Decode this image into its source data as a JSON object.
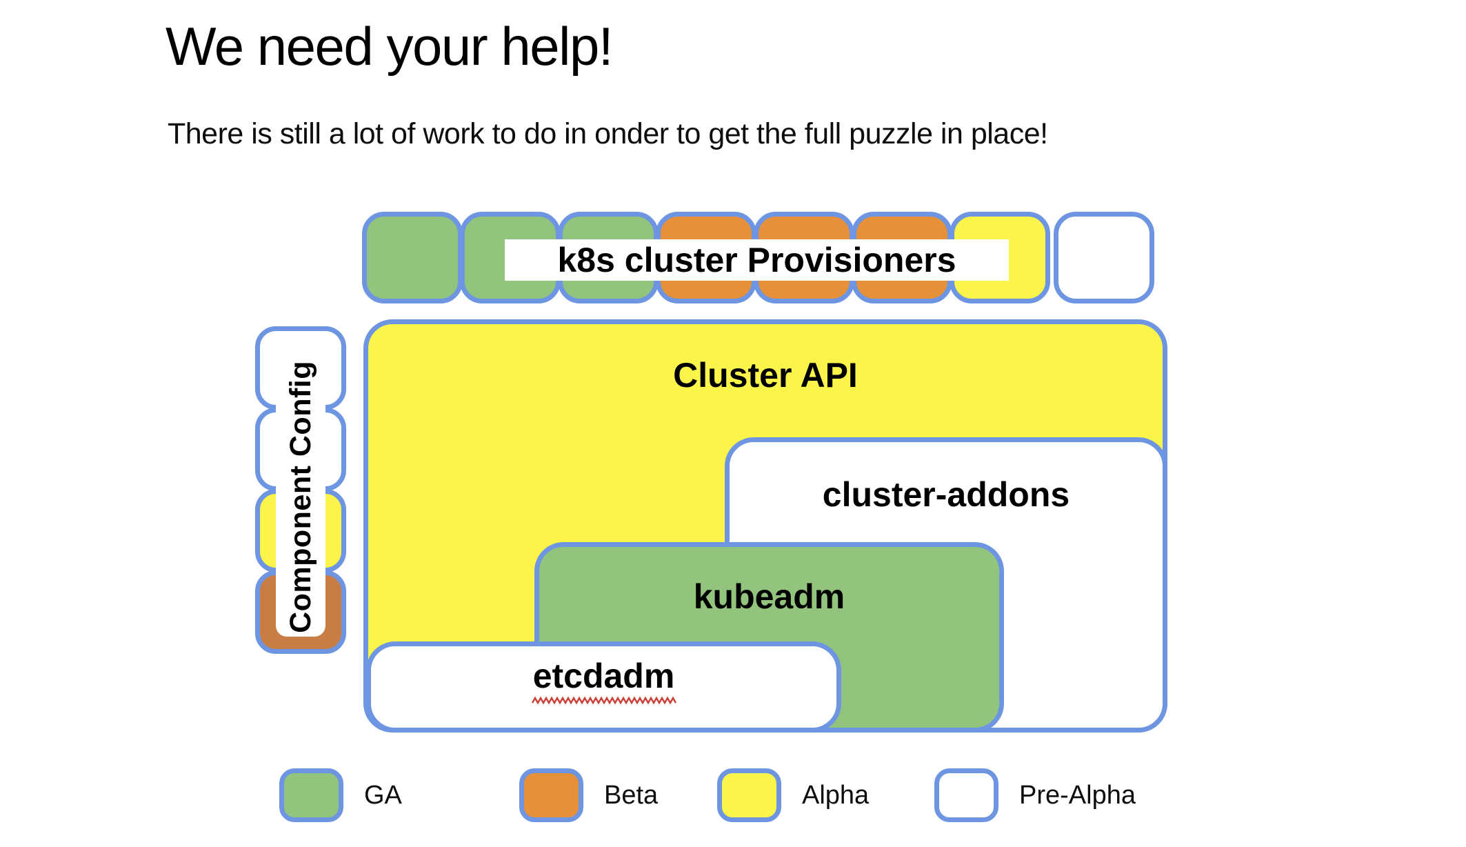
{
  "slide": {
    "title": "We need your help!",
    "subtitle": "There is still a lot of work to do in onder to get the full puzzle in place!"
  },
  "status_colors": {
    "ga": "#93C47D",
    "beta": "#E6913A",
    "beta_dark": "#C87D45",
    "alpha": "#FBF44A",
    "pre_alpha": "#FFFFFF"
  },
  "colors": {
    "border_blue": "#6D95E1",
    "squiggle_red": "#C9433C",
    "background": "#FFFFFF",
    "text": "#000000"
  },
  "diagram": {
    "provisioners_row": {
      "label": "k8s cluster Provisioners",
      "squares": [
        "ga",
        "ga",
        "ga",
        "beta",
        "beta",
        "beta",
        "alpha",
        "pre_alpha"
      ]
    },
    "component_config": {
      "label": "Component Config",
      "squares": [
        "pre_alpha",
        "pre_alpha",
        "alpha",
        "beta_dark"
      ]
    },
    "cluster_api": {
      "label": "Cluster API",
      "status": "alpha"
    },
    "cluster_addons": {
      "label": "cluster-addons",
      "status": "pre_alpha"
    },
    "kubeadm": {
      "label": "kubeadm",
      "status": "ga"
    },
    "etcdadm": {
      "label": "etcdadm",
      "status": "pre_alpha",
      "spellcheck_underline": true
    }
  },
  "legend": {
    "items": [
      {
        "label": "GA",
        "status": "ga"
      },
      {
        "label": "Beta",
        "status": "beta"
      },
      {
        "label": "Alpha",
        "status": "alpha"
      },
      {
        "label": "Pre-Alpha",
        "status": "pre_alpha"
      }
    ]
  }
}
